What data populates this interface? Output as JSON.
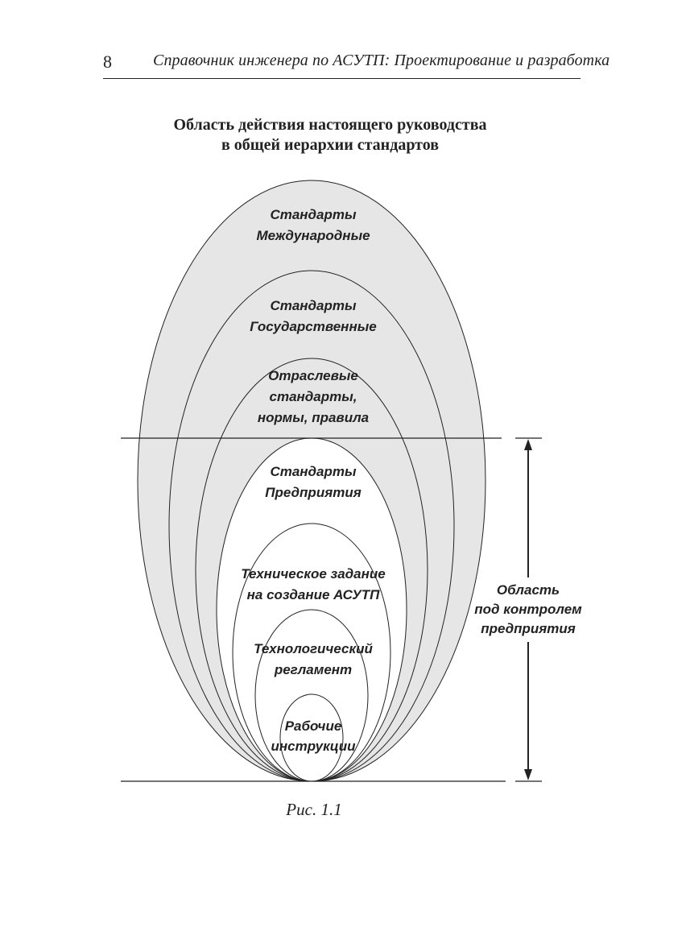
{
  "header": {
    "page_number": "8",
    "running_title": "Справочник инженера по АСУТП: Проектирование и разработка"
  },
  "figure": {
    "title_line1": "Область действия настоящего руководства",
    "title_line2": "в общей иерархии стандартов",
    "caption": "Рис. 1.1",
    "levels": [
      {
        "lines": [
          "Стандарты",
          "Международные"
        ],
        "shaded": true
      },
      {
        "lines": [
          "Стандарты",
          "Государственные"
        ],
        "shaded": true
      },
      {
        "lines": [
          "Отраслевые",
          "стандарты,",
          "нормы, правила"
        ],
        "shaded": true
      },
      {
        "lines": [
          "Стандарты",
          "Предприятия"
        ],
        "shaded": false
      },
      {
        "lines": [
          "Техническое задание",
          "на создание АСУТП"
        ],
        "shaded": false
      },
      {
        "lines": [
          "Технологический",
          "регламент"
        ],
        "shaded": false
      },
      {
        "lines": [
          "Рабочие",
          "инструкции"
        ],
        "shaded": false
      }
    ],
    "bracket_label": [
      "Область",
      "под контролем",
      "предприятия"
    ],
    "colors": {
      "shaded": "#e6e6e6",
      "line": "#222222"
    }
  }
}
